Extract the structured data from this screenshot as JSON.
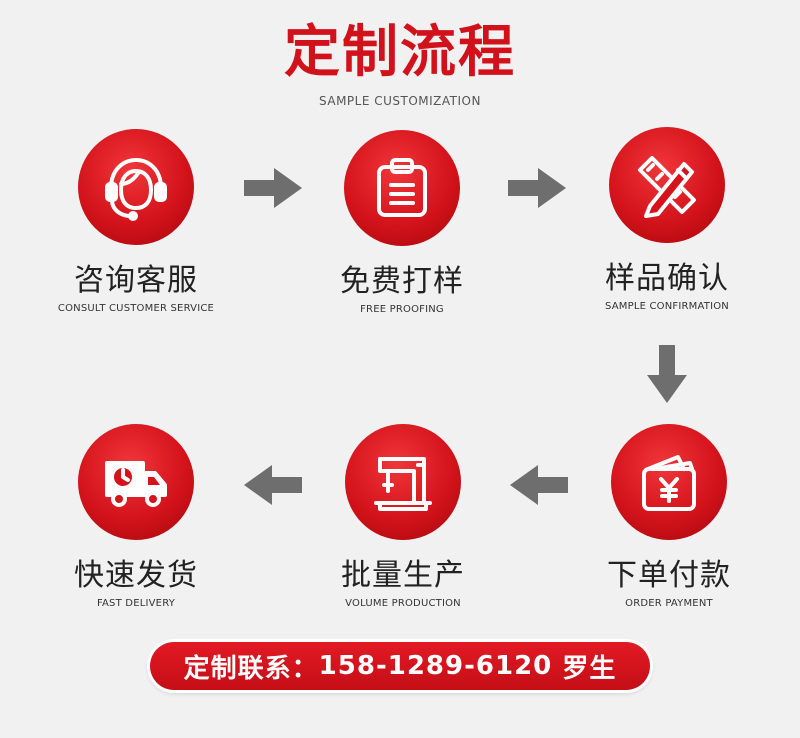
{
  "header": {
    "title": "定制流程",
    "subtitle": "SAMPLE CUSTOMIZATION"
  },
  "steps": [
    {
      "cn": "咨询客服",
      "en": "CONSULT CUSTOMER SERVICE",
      "icon": "headset-agent-icon"
    },
    {
      "cn": "免费打样",
      "en": "FREE PROOFING",
      "icon": "clipboard-icon"
    },
    {
      "cn": "样品确认",
      "en": "SAMPLE CONFIRMATION",
      "icon": "ruler-pencil-icon"
    },
    {
      "cn": "下单付款",
      "en": "ORDER PAYMENT",
      "icon": "wallet-yen-icon"
    },
    {
      "cn": "批量生产",
      "en": "VOLUME PRODUCTION",
      "icon": "sewing-machine-icon"
    },
    {
      "cn": "快速发货",
      "en": "FAST DELIVERY",
      "icon": "delivery-truck-icon"
    }
  ],
  "contact": {
    "label": "定制联系：",
    "phone": "158-1289-6120",
    "name": "罗生"
  },
  "colors": {
    "accent": "#d2121b",
    "arrow": "#6e6e6e",
    "background": "#f1f1f1"
  }
}
